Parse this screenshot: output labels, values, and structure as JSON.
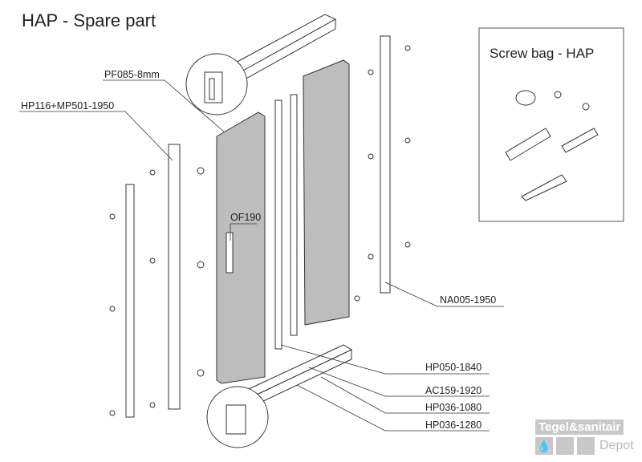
{
  "title": "HAP - Spare part",
  "labels": {
    "pf085": "PF085-8mm",
    "hp116": "HP116+MP501-1950",
    "of190": "OF190",
    "na005": "NA005-1950",
    "hp050": "HP050-1840",
    "ac159": "AC159-1920",
    "hp036a": "HP036-1080",
    "hp036b": "HP036-1280"
  },
  "screw_bag": {
    "title": "Screw bag - HAP"
  },
  "watermark": {
    "top": "Tegel&sanitair",
    "bottom": "Depot",
    "drop_icon": "water-drop-icon"
  },
  "colors": {
    "glass": "#bdbdbd",
    "line": "#333333",
    "watermark": "#c8c8c8"
  }
}
